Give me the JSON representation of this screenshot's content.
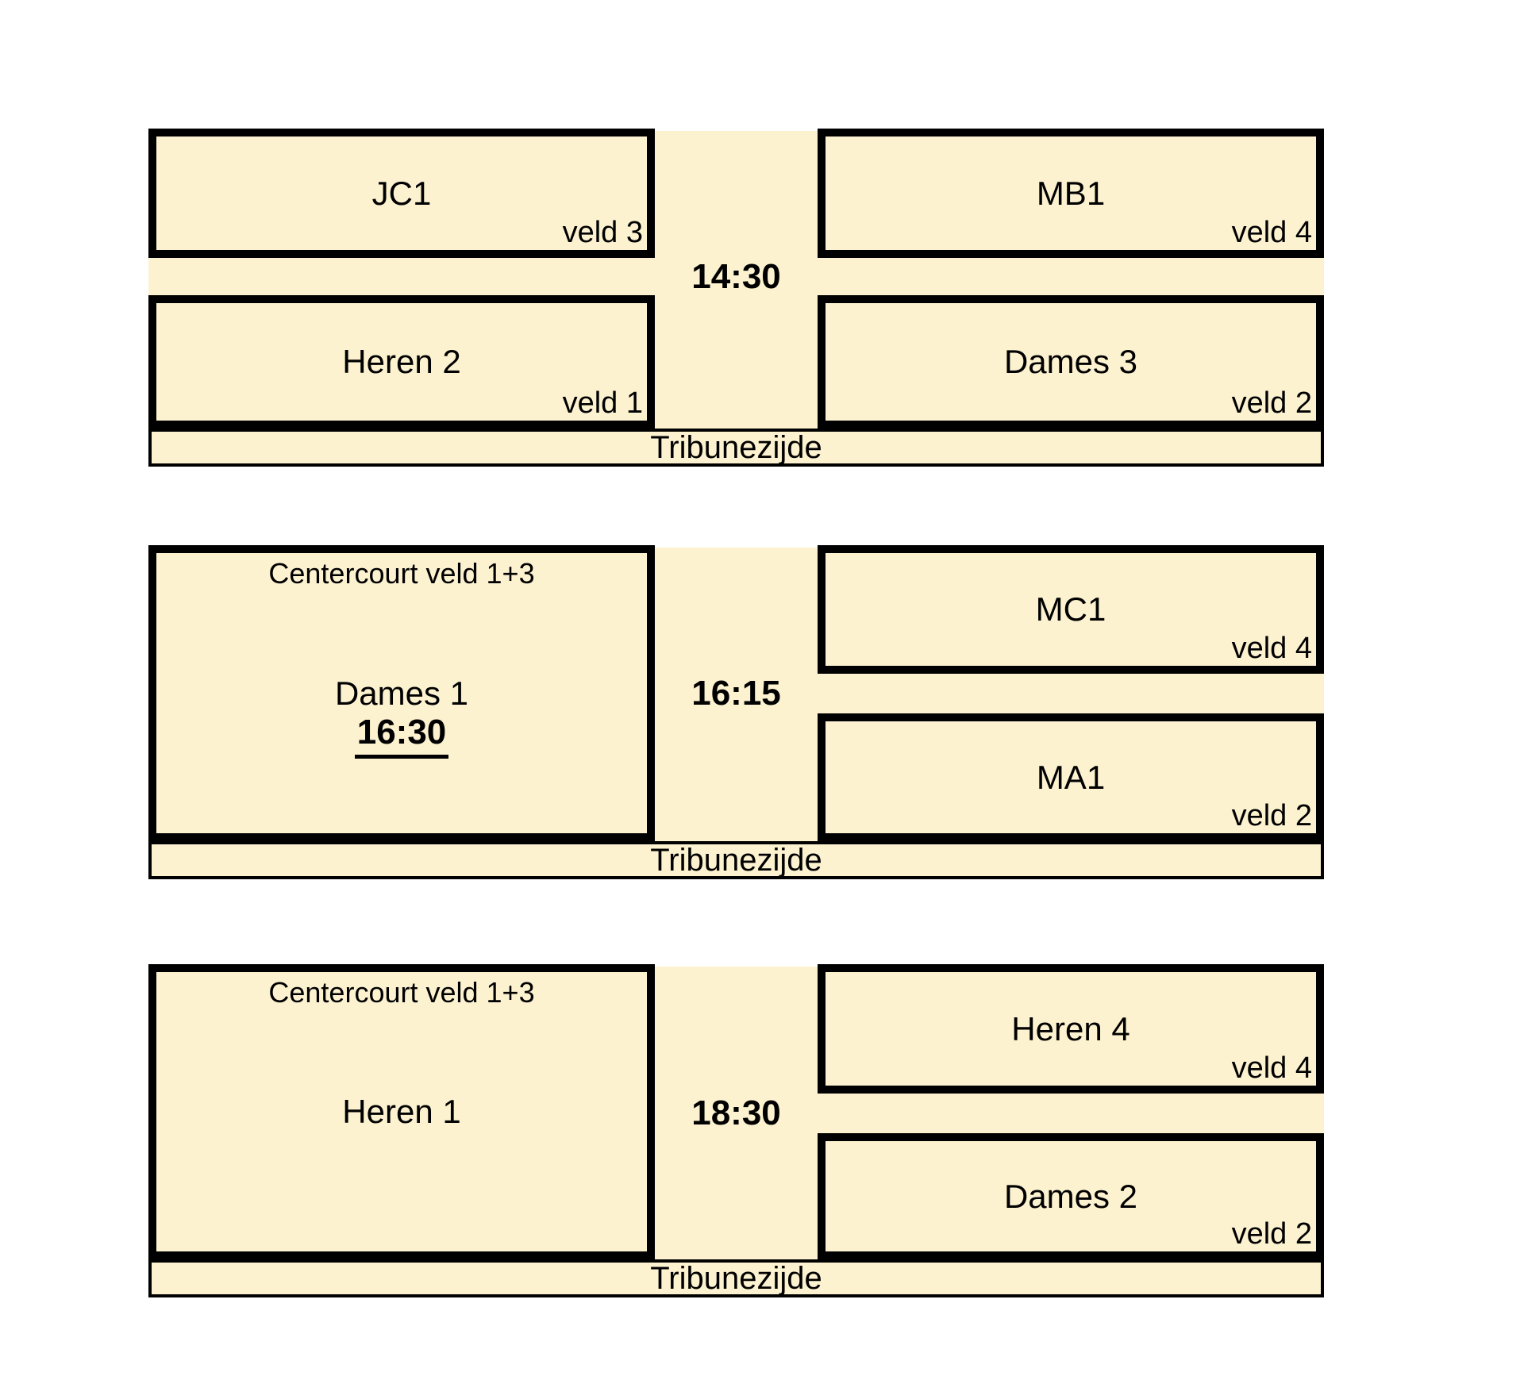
{
  "colors": {
    "panel_fill": "#FCF2D0",
    "line": "#000000",
    "text": "#000000",
    "page_bg": "#FFFFFF"
  },
  "blocks": [
    {
      "time": "14:30",
      "tribune_label": "Tribunezijde",
      "top_left": {
        "team": "JC1",
        "veld": "veld 3"
      },
      "top_right": {
        "team": "MB1",
        "veld": "veld 4"
      },
      "bottom_left": {
        "team": "Heren 2",
        "veld": "veld 1"
      },
      "bottom_right": {
        "team": "Dames 3",
        "veld": "veld 2"
      }
    },
    {
      "time": "16:15",
      "tribune_label": "Tribunezijde",
      "centercourt": {
        "title": "Centercourt veld 1+3",
        "team": "Dames 1",
        "start_time": "16:30"
      },
      "top_right": {
        "team": "MC1",
        "veld": "veld 4"
      },
      "bottom_right": {
        "team": "MA1",
        "veld": "veld 2"
      }
    },
    {
      "time": "18:30",
      "tribune_label": "Tribunezijde",
      "centercourt": {
        "title": "Centercourt veld 1+3",
        "team": "Heren 1"
      },
      "top_right": {
        "team": "Heren 4",
        "veld": "veld 4"
      },
      "bottom_right": {
        "team": "Dames 2",
        "veld": "veld 2"
      }
    }
  ]
}
